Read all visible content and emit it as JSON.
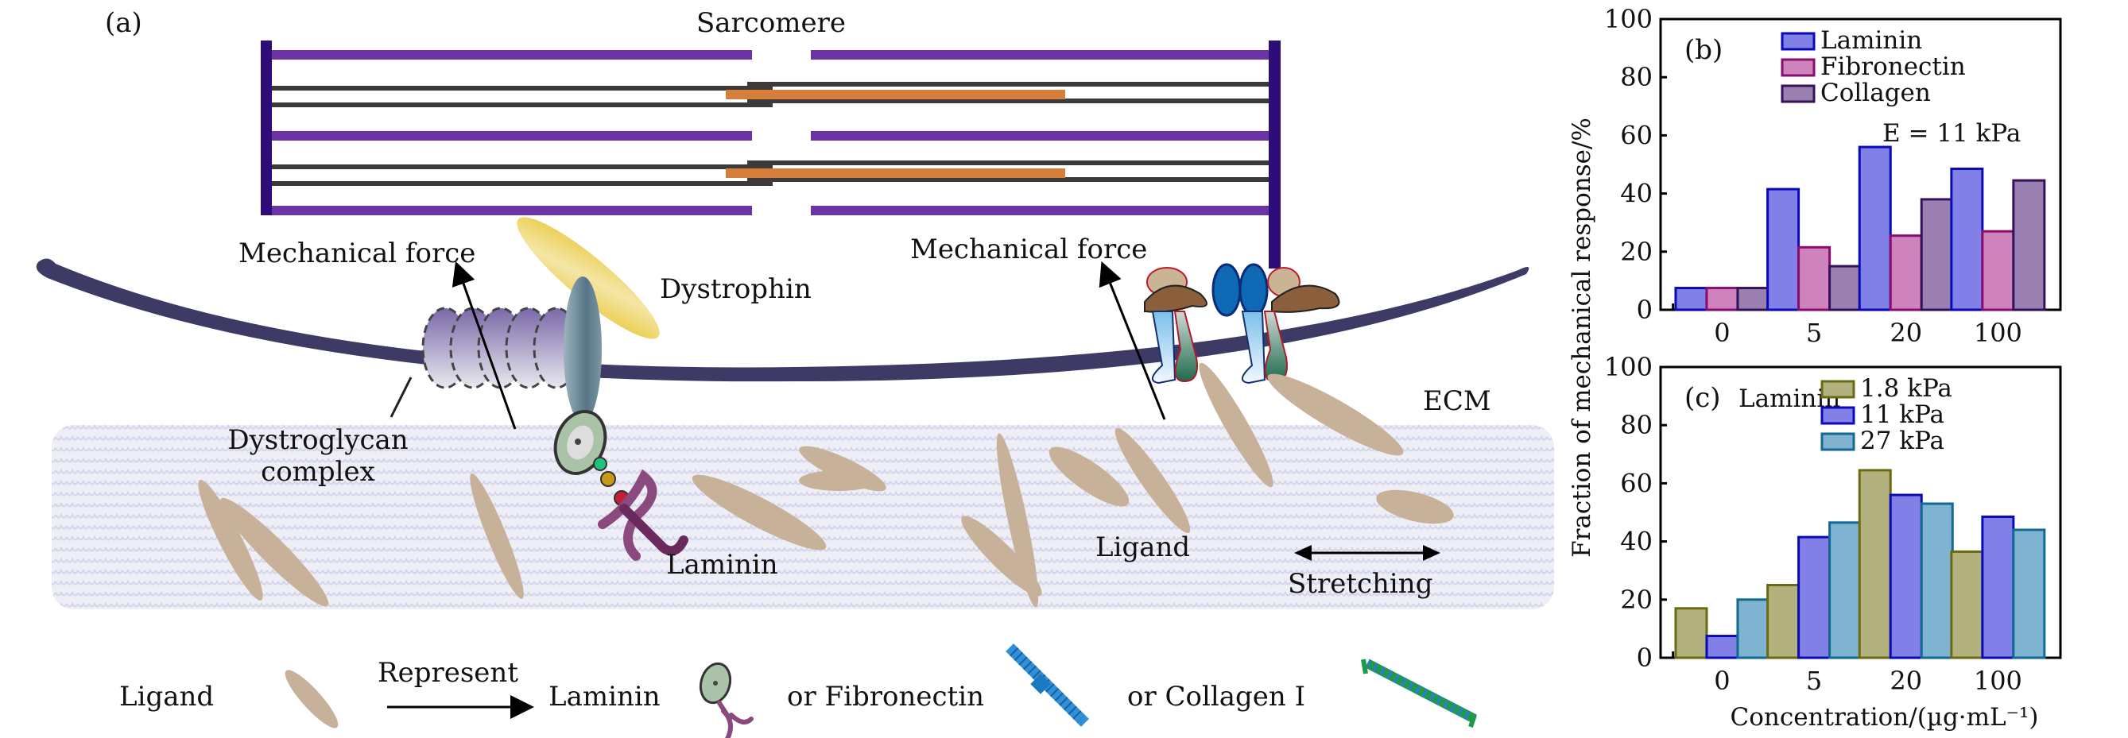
{
  "figure": {
    "panel_a": {
      "panel_label": "(a)",
      "labels": {
        "sarcomere": "Sarcomere",
        "mechanical_force_left": "Mechanical force",
        "mechanical_force_right": "Mechanical force",
        "dystrophin": "Dystrophin",
        "dystroglycan_line1": "Dystroglycan",
        "dystroglycan_line2": "complex",
        "laminin": "Laminin",
        "ligand": "Ligand",
        "ecm": "ECM",
        "stretching": "Stretching"
      },
      "legend_row": {
        "ligand": "Ligand",
        "represent": "Represent",
        "laminin": "Laminin",
        "or_fibronectin": "or Fibronectin",
        "or_collagen": "or Collagen I"
      },
      "colors": {
        "z_disc": "#2e0d78",
        "actin": "#6b33a6",
        "myosin_dark": "#3e3a3a",
        "myosin_orange": "#d67f3a",
        "membrane": "#3d3b66",
        "ligand": "#c7b198",
        "dystrophin": "#e8c83a",
        "ecm_fill": "#e6e6f3",
        "integrin_blue": "#0f6ab5",
        "fibronectin_blue": "#2f8fd8",
        "collagen_green": "#1f9a4a"
      }
    },
    "y_axis_shared_title": "Fraction of mechanical response/%"
  },
  "chart_data": [
    {
      "type": "bar",
      "panel_label": "(b)",
      "annotation": "E = 11 kPa",
      "categories": [
        "0",
        "5",
        "20",
        "100"
      ],
      "series": [
        {
          "name": "Laminin",
          "values": [
            7.5,
            41.5,
            56,
            48.5
          ],
          "fill": "#8080e6",
          "stroke": "#0a0ab8"
        },
        {
          "name": "Fibronectin",
          "values": [
            7.5,
            21.5,
            25.5,
            27
          ],
          "fill": "#cf83bd",
          "stroke": "#8a0c6f"
        },
        {
          "name": "Collagen",
          "values": [
            7.5,
            15,
            38,
            44.5
          ],
          "fill": "#9a80b0",
          "stroke": "#33125a"
        }
      ],
      "ylim": [
        0,
        100
      ],
      "yticks": [
        0,
        20,
        40,
        60,
        80,
        100
      ],
      "xlabel": "",
      "ylabel": "Fraction of mechanical response/%",
      "legend": "top-right",
      "grid": false
    },
    {
      "type": "bar",
      "panel_label": "(c)",
      "annotation": "Laminin",
      "categories": [
        "0",
        "5",
        "20",
        "100"
      ],
      "series": [
        {
          "name": "1.8 kPa",
          "values": [
            17,
            25,
            64.5,
            36.5
          ],
          "fill": "#b3b27f",
          "stroke": "#6b6a14"
        },
        {
          "name": "11 kPa",
          "values": [
            7.5,
            41.5,
            56,
            48.5
          ],
          "fill": "#8080e6",
          "stroke": "#0a0ab8"
        },
        {
          "name": "27 kPa",
          "values": [
            20,
            46.5,
            53,
            44
          ],
          "fill": "#80b3cf",
          "stroke": "#106a94"
        }
      ],
      "ylim": [
        0,
        100
      ],
      "yticks": [
        0,
        20,
        40,
        60,
        80,
        100
      ],
      "xlabel": "Concentration/(µg·mL⁻¹)",
      "ylabel": "Fraction of mechanical response/%",
      "legend": "top-right",
      "grid": false
    }
  ]
}
